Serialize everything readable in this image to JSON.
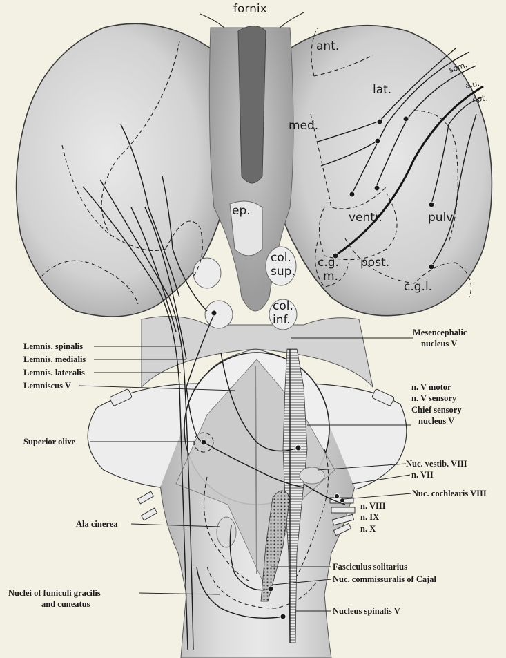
{
  "figure": {
    "thalamus_labels": {
      "fornix": "fornix",
      "ant": "ant.",
      "lat": "lat.",
      "med": "med.",
      "som": "som.",
      "au": "a.u.",
      "opt": "opt.",
      "ventr": "ventr.",
      "pulv": "pulv.",
      "ep": "ep.",
      "cgm_1": "c.g.",
      "cgm_2": "m.",
      "post": "post.",
      "cgl": "c.g.l.",
      "col_sup_1": "col.",
      "col_sup_2": "sup.",
      "col_inf_1": "col.",
      "col_inf_2": "inf."
    },
    "left_labels": {
      "lemnis_spinalis": "Lemnis. spinalis",
      "lemnis_medialis": "Lemnis. medialis",
      "lemnis_lateralis": "Lemnis. lateralis",
      "lemniscus_v": "Lemniscus V",
      "superior_olive": "Superior olive",
      "ala_cinerea": "Ala cinerea",
      "nuclei_funiculi_1": "Nuclei of funiculi gracilis",
      "nuclei_funiculi_2": "and cuneatus"
    },
    "right_labels": {
      "mesencephalic_1": "Mesencephalic",
      "mesencephalic_2": "nucleus V",
      "n_v_motor": "n. V motor",
      "n_v_sensory": "n. V sensory",
      "chief_sensory_1": "Chief  sensory",
      "chief_sensory_2": "nucleus V",
      "nuc_vestib": "Nuc. vestib. VIII",
      "n_vii": "n. VII",
      "nuc_cochlearis": "Nuc. cochlearis VIII",
      "n_viii": "n. VIII",
      "n_ix": "n. IX",
      "n_x": "n. X",
      "fasciculus_solitarius": "Fasciculus solitarius",
      "nuc_commissuralis": "Nuc. commissuralis of Cajal",
      "nucleus_spinalis": "Nucleus spinalis V"
    }
  }
}
